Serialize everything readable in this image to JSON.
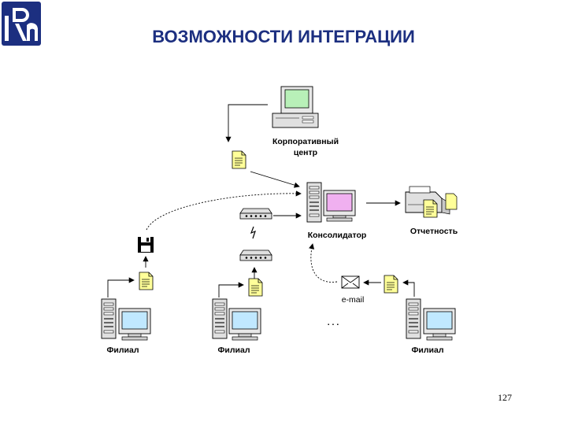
{
  "slide": {
    "title": "ВОЗМОЖНОСТИ ИНТЕГРАЦИИ",
    "page_number": "127"
  },
  "diagram": {
    "corporate_center": "Корпоративный\nцентр",
    "corporate_center_lines": [
      "Корпоративный",
      "центр"
    ],
    "consolidator": "Консолидатор",
    "reporting": "Отчетность",
    "email": "e-mail",
    "branches": [
      "Филиал",
      "Филиал",
      "Филиал"
    ],
    "ellipsis": ". . ."
  },
  "colors": {
    "title": "#1c2f80",
    "screen_green": "#b8f0b8",
    "screen_pink": "#f0b0f0",
    "screen_blue": "#c0e8ff",
    "document": "#ffff99",
    "logo": "#1c2f80"
  },
  "icons": [
    "logo",
    "computer-icon",
    "server-icon",
    "document-icon",
    "modem-icon",
    "floppy-icon",
    "printer-icon",
    "envelope-icon",
    "lightning-icon"
  ]
}
